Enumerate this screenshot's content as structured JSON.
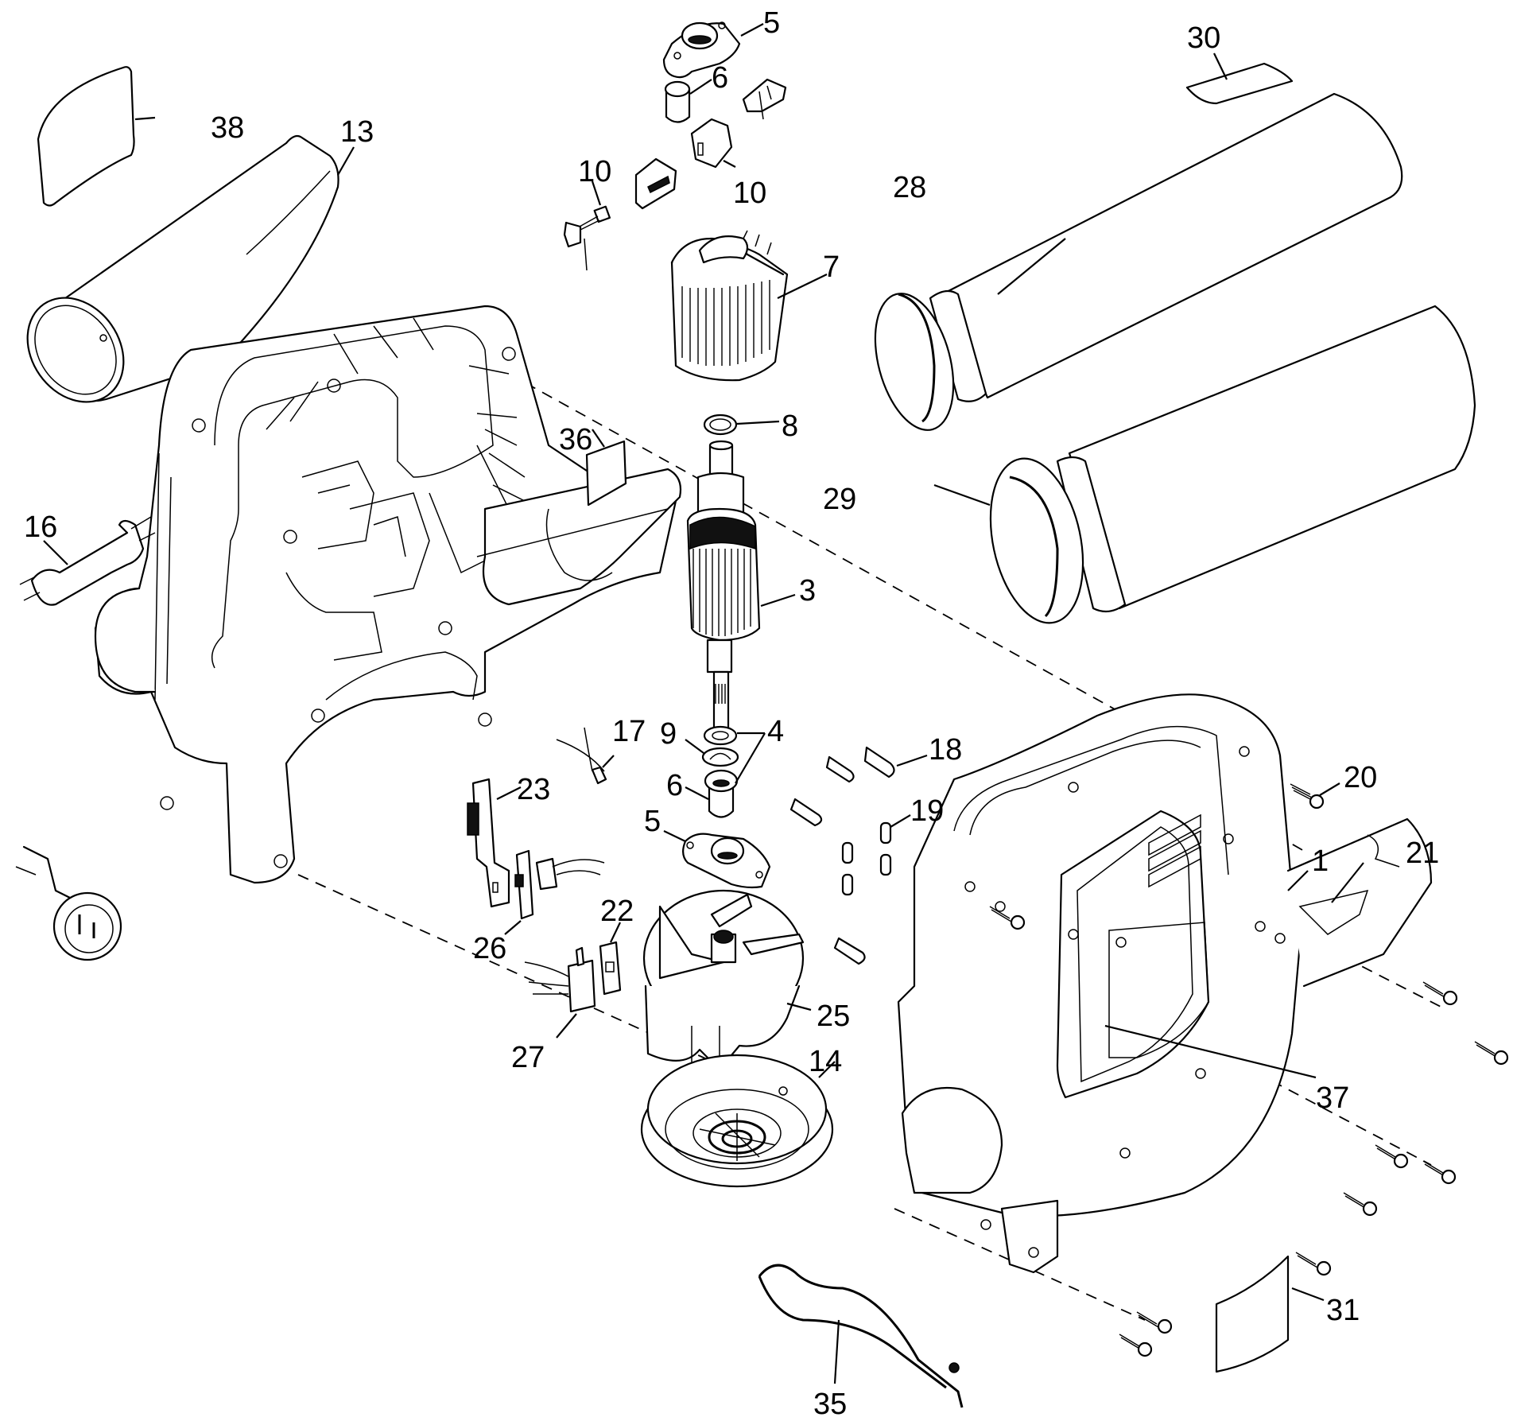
{
  "diagram": {
    "title": "Exploded parts diagram - blower/vac",
    "line_color": "#000000",
    "background": "#ffffff"
  },
  "callouts": {
    "c1": "1",
    "c3": "3",
    "c4": "4",
    "c5_top": "5",
    "c5_bottom": "5",
    "c6_top": "6",
    "c6_bottom": "6",
    "c7": "7",
    "c8": "8",
    "c9": "9",
    "c10_left": "10",
    "c10_right": "10",
    "c13": "13",
    "c14": "14",
    "c16": "16",
    "c17": "17",
    "c18": "18",
    "c19": "19",
    "c20": "20",
    "c21": "21",
    "c22": "22",
    "c23": "23",
    "c25": "25",
    "c26": "26",
    "c27": "27",
    "c28": "28",
    "c29": "29",
    "c30": "30",
    "c31": "31",
    "c35": "35",
    "c36": "36",
    "c37": "37",
    "c38": "38"
  },
  "parts": [
    {
      "number": "1",
      "name": "housing-right"
    },
    {
      "number": "3",
      "name": "armature"
    },
    {
      "number": "4",
      "name": "washer"
    },
    {
      "number": "5",
      "name": "bearing-retainer"
    },
    {
      "number": "6",
      "name": "bearing"
    },
    {
      "number": "7",
      "name": "field"
    },
    {
      "number": "8",
      "name": "washer-top"
    },
    {
      "number": "9",
      "name": "spacer"
    },
    {
      "number": "10",
      "name": "brush-assembly"
    },
    {
      "number": "13",
      "name": "blower-tube"
    },
    {
      "number": "14",
      "name": "fan-cover"
    },
    {
      "number": "16",
      "name": "cord-protector"
    },
    {
      "number": "17",
      "name": "wire-connector"
    },
    {
      "number": "18",
      "name": "pin"
    },
    {
      "number": "19",
      "name": "pin-short"
    },
    {
      "number": "20",
      "name": "screw"
    },
    {
      "number": "21",
      "name": "switch-cover"
    },
    {
      "number": "22",
      "name": "switch-actuator"
    },
    {
      "number": "23",
      "name": "speed-control"
    },
    {
      "number": "25",
      "name": "fan"
    },
    {
      "number": "26",
      "name": "switch-bracket"
    },
    {
      "number": "27",
      "name": "switch"
    },
    {
      "number": "28",
      "name": "vacuum-tube-upper"
    },
    {
      "number": "29",
      "name": "vacuum-tube-lower"
    },
    {
      "number": "30",
      "name": "label-tube"
    },
    {
      "number": "31",
      "name": "label-housing"
    },
    {
      "number": "35",
      "name": "strap"
    },
    {
      "number": "36",
      "name": "label-small"
    },
    {
      "number": "37",
      "name": "nameplate"
    },
    {
      "number": "38",
      "name": "label-tube-blower"
    }
  ]
}
